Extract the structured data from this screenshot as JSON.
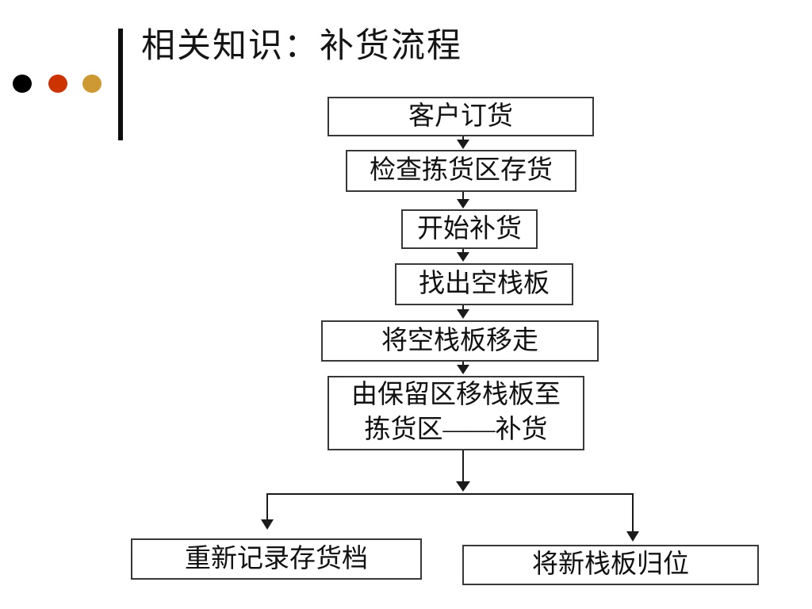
{
  "slide": {
    "title": "相关知识：补货流程",
    "decoration_bullets": [
      {
        "name": "bullet-black",
        "color": "#000000"
      },
      {
        "name": "bullet-red",
        "color": "#cc3300"
      },
      {
        "name": "bullet-gold",
        "color": "#cc9933"
      }
    ],
    "flowchart": {
      "nodes": [
        {
          "id": "customer-order",
          "label": "客户订货"
        },
        {
          "id": "check-picking-area-stock",
          "label": "检查拣货区存货"
        },
        {
          "id": "start-replenishment",
          "label": "开始补货"
        },
        {
          "id": "find-empty-pallet",
          "label": "找出空栈板"
        },
        {
          "id": "remove-empty-pallet",
          "label": "将空栈板移走"
        },
        {
          "id": "move-pallet-replenish",
          "line1": "由保留区移栈板至",
          "line2": "拣货区——补货"
        },
        {
          "id": "rerecord-inventory-file",
          "label": "重新记录存货档"
        },
        {
          "id": "return-new-pallet",
          "label": "将新栈板归位"
        }
      ],
      "edges": [
        [
          "customer-order",
          "check-picking-area-stock"
        ],
        [
          "check-picking-area-stock",
          "start-replenishment"
        ],
        [
          "start-replenishment",
          "find-empty-pallet"
        ],
        [
          "find-empty-pallet",
          "remove-empty-pallet"
        ],
        [
          "remove-empty-pallet",
          "move-pallet-replenish"
        ],
        [
          "move-pallet-replenish",
          "rerecord-inventory-file"
        ],
        [
          "move-pallet-replenish",
          "return-new-pallet"
        ]
      ]
    }
  }
}
